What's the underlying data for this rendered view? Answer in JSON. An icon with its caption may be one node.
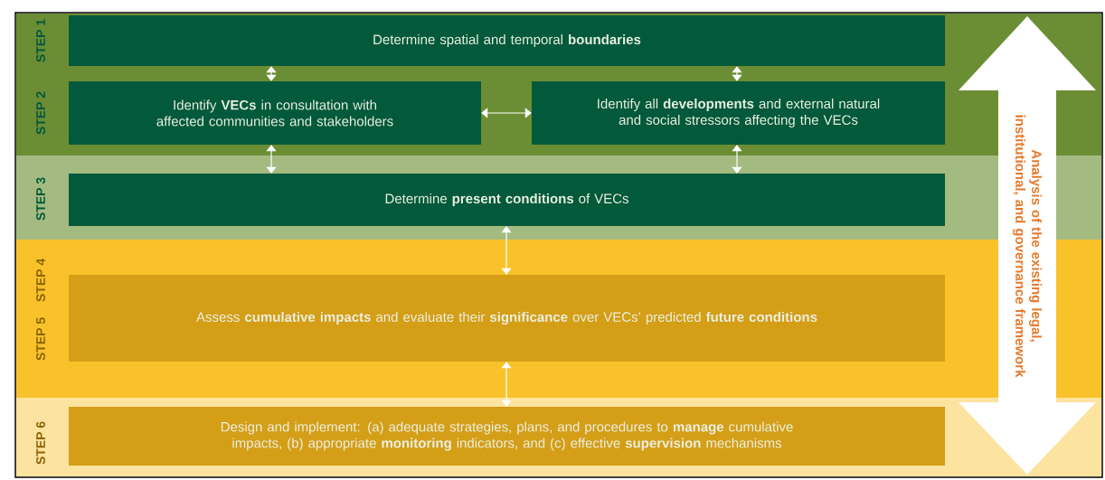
{
  "diagram": {
    "nodes": [
      {
        "text": [
          "Determine spatial and temporal **boundaries**"
        ]
      },
      {
        "text": [
          "Identify **VECs** in consultation with affected communities and stakeholders"
        ]
      },
      {
        "text": [
          "Identify all **developments** and external natural and social stressors affecting the VECs"
        ]
      },
      {
        "text": [
          "Determine **present conditions** of VECs"
        ]
      },
      {
        "text": [
          "Assess **cumulative impacts** and evaluate their **significance** over VECs’ predicted **future conditions**"
        ]
      },
      {
        "text": [
          "Design and implement: (a) adequate strategies, plans, and procedures to **manage** cumulative impacts, (b) appropriate **monitoring** indicators, and (c) effective **supervision** mechanisms"
        ]
      },
      {
        "text": [
          "Analysis of the existing legal, institutional, and governance framework"
        ]
      }
    ],
    "edges": [
      {
        "from": 0,
        "to": 1,
        "arrow": "both"
      },
      {
        "from": 0,
        "to": 2,
        "arrow": "both"
      },
      {
        "from": 1,
        "to": 2,
        "arrow": "both"
      },
      {
        "from": 1,
        "to": 3,
        "arrow": "both"
      },
      {
        "from": 2,
        "to": 3,
        "arrow": "both"
      },
      {
        "from": 3,
        "to": 4,
        "arrow": "both"
      },
      {
        "from": 4,
        "to": 5,
        "arrow": "both"
      }
    ],
    "labels": [
      "STEP 1",
      "STEP 2",
      "STEP 3",
      "STEP 4",
      "STEP 5",
      "STEP 6"
    ]
  }
}
